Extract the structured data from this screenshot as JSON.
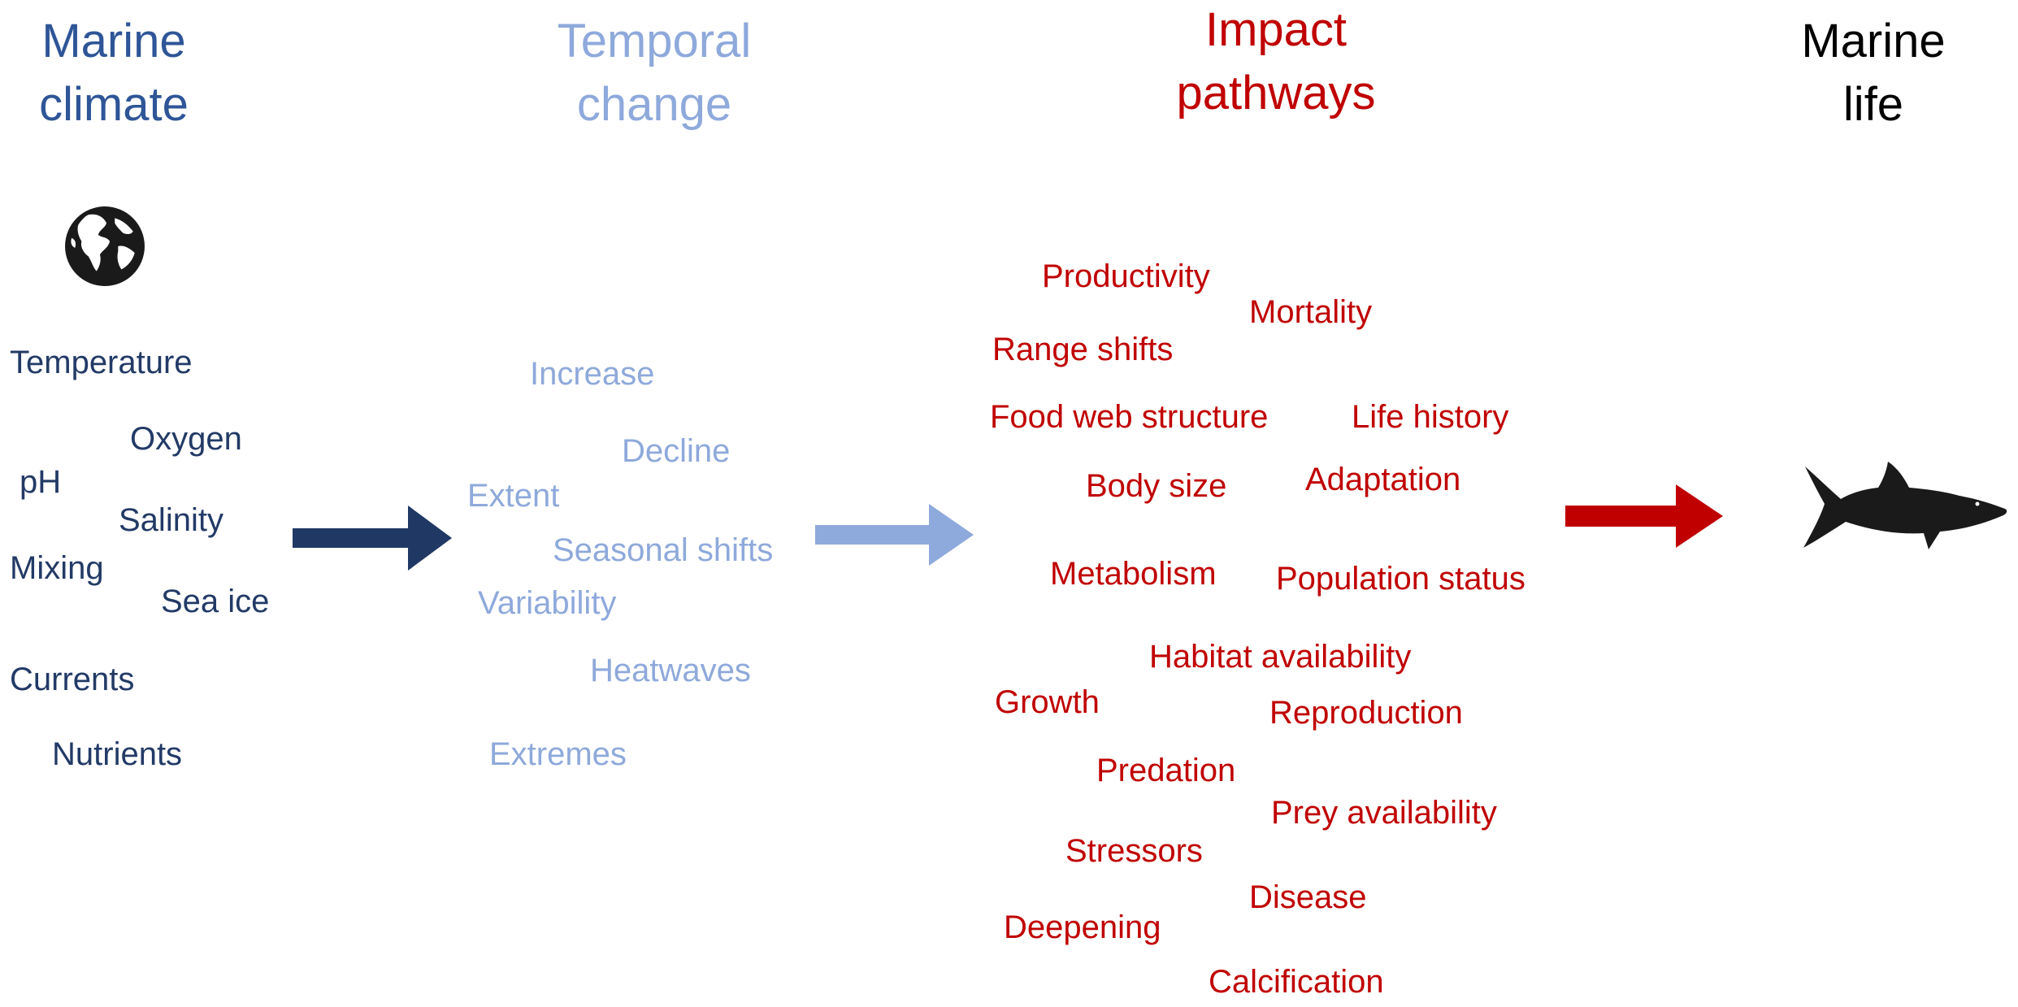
{
  "columns": [
    {
      "key": "climate",
      "title": "Marine climate",
      "title_lines": [
        "Marine",
        "climate"
      ],
      "color": "#2e5597"
    },
    {
      "key": "change",
      "title": "Temporal change",
      "title_lines": [
        "Temporal",
        "change"
      ],
      "color": "#8ea9db"
    },
    {
      "key": "impact",
      "title": "Impact pathways",
      "title_lines": [
        "Impact",
        "pathways"
      ],
      "color": "#c00000"
    },
    {
      "key": "life",
      "title": "Marine life",
      "title_lines": [
        "Marine",
        "life"
      ],
      "color": "#000000"
    }
  ],
  "climate_items": [
    "Temperature",
    "Oxygen",
    "pH",
    "Salinity",
    "Mixing",
    "Sea ice",
    "Currents",
    "Nutrients"
  ],
  "change_items": [
    "Increase",
    "Decline",
    "Extent",
    "Seasonal shifts",
    "Variability",
    "Heatwaves",
    "Extremes"
  ],
  "impact_items": [
    "Productivity",
    "Mortality",
    "Range shifts",
    "Food web structure",
    "Life history",
    "Body size",
    "Adaptation",
    "Metabolism",
    "Population status",
    "Habitat availability",
    "Growth",
    "Reproduction",
    "Predation",
    "Prey availability",
    "Stressors",
    "Disease",
    "Deepening",
    "Calcification"
  ],
  "icons": {
    "climate": "globe-icon",
    "life": "shark-icon"
  },
  "arrows": [
    {
      "name": "climate-to-change-arrow",
      "color": "#203864"
    },
    {
      "name": "change-to-impact-arrow",
      "color": "#8ea9db"
    },
    {
      "name": "impact-to-life-arrow",
      "color": "#c00000"
    }
  ]
}
